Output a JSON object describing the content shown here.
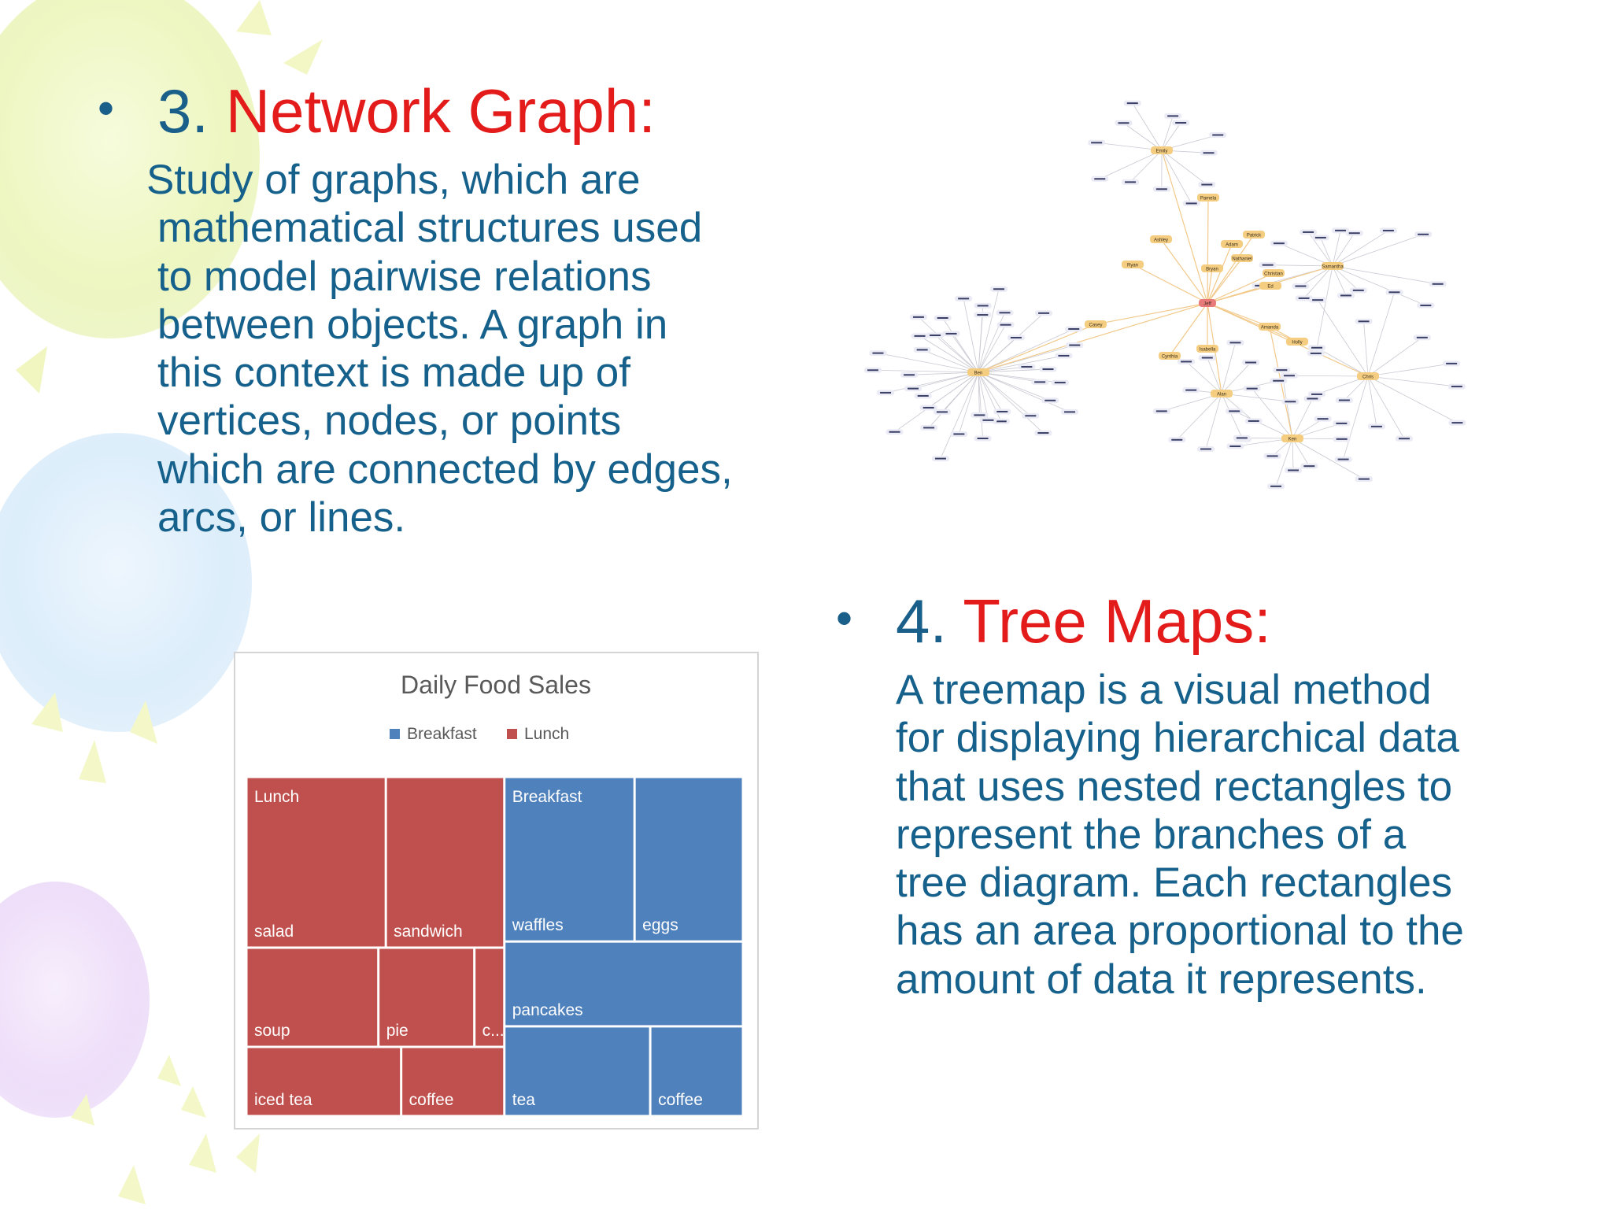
{
  "slide": {
    "network": {
      "number": "3.",
      "title": "Network Graph:",
      "body_lines": [
        "Study of graphs, which are",
        "mathematical structures used",
        "to model pairwise relations",
        "between objects. A graph in",
        "this context is made up of",
        "vertices, nodes, or points",
        "which are connected by edges,",
        "arcs, or lines."
      ]
    },
    "treemap": {
      "number": "4.",
      "title": "Tree Maps:",
      "body_lines": [
        "A treemap is a visual method",
        "for displaying hierarchical data",
        "that uses nested rectangles to",
        "represent the branches of a",
        "tree diagram. Each rectangles",
        "has an area proportional to the",
        "amount of data it represents."
      ]
    }
  },
  "colors": {
    "heading_blue": "#1a5f8a",
    "title_red": "#e31b1b",
    "body_blue": "#15618c",
    "lunch": "#c0504d",
    "breakfast": "#4f81bd",
    "network_hub": "#f5cd80",
    "network_leaf": "#ebebf5",
    "network_center": "#e87a7a"
  },
  "network_graph": {
    "nodes": [
      {
        "id": "jeff",
        "label": "Jeff",
        "kind": "center"
      },
      {
        "id": "ben",
        "label": "Ben",
        "kind": "hub"
      },
      {
        "id": "alan",
        "label": "Alan",
        "kind": "hub"
      },
      {
        "id": "chris",
        "label": "Chris",
        "kind": "hub"
      },
      {
        "id": "samantha",
        "label": "Samantha",
        "kind": "hub"
      },
      {
        "id": "emily",
        "label": "Emily",
        "kind": "hub"
      },
      {
        "id": "ken",
        "label": "Ken",
        "kind": "hub"
      },
      {
        "id": "amanda",
        "label": "Amanda",
        "kind": "hub"
      },
      {
        "id": "ryan",
        "label": "Ryan",
        "kind": "hub"
      },
      {
        "id": "casey",
        "label": "Casey",
        "kind": "hub"
      },
      {
        "id": "bryan",
        "label": "Bryan",
        "kind": "hub"
      },
      {
        "id": "adam",
        "label": "Adam",
        "kind": "hub"
      },
      {
        "id": "ashley",
        "label": "Ashley",
        "kind": "hub"
      },
      {
        "id": "patrick",
        "label": "Patrick",
        "kind": "hub"
      },
      {
        "id": "nathaniel",
        "label": "Nathaniel",
        "kind": "hub"
      },
      {
        "id": "cynthia",
        "label": "Cynthia",
        "kind": "hub"
      },
      {
        "id": "isabella",
        "label": "Isabella",
        "kind": "hub"
      },
      {
        "id": "holly",
        "label": "Holly",
        "kind": "hub"
      },
      {
        "id": "pamela",
        "label": "Pamela",
        "kind": "hub"
      },
      {
        "id": "christian",
        "label": "Christian",
        "kind": "hub"
      },
      {
        "id": "ed",
        "label": "Ed",
        "kind": "hub"
      }
    ]
  },
  "chart_data": {
    "type": "treemap",
    "title": "Daily Food Sales",
    "legend": [
      "Breakfast",
      "Lunch"
    ],
    "groups": [
      {
        "name": "Lunch",
        "color": "#c0504d",
        "items": [
          {
            "label": "salad",
            "value": 20
          },
          {
            "label": "sandwich",
            "value": 17
          },
          {
            "label": "soup",
            "value": 11
          },
          {
            "label": "pie",
            "value": 8
          },
          {
            "label": "c...",
            "value": 2.5
          },
          {
            "label": "iced tea",
            "value": 9
          },
          {
            "label": "coffee",
            "value": 6
          }
        ]
      },
      {
        "name": "Breakfast",
        "color": "#4f81bd",
        "items": [
          {
            "label": "waffles",
            "value": 18
          },
          {
            "label": "eggs",
            "value": 15
          },
          {
            "label": "pancakes",
            "value": 17
          },
          {
            "label": "tea",
            "value": 11
          },
          {
            "label": "coffee",
            "value": 7
          }
        ]
      }
    ]
  }
}
